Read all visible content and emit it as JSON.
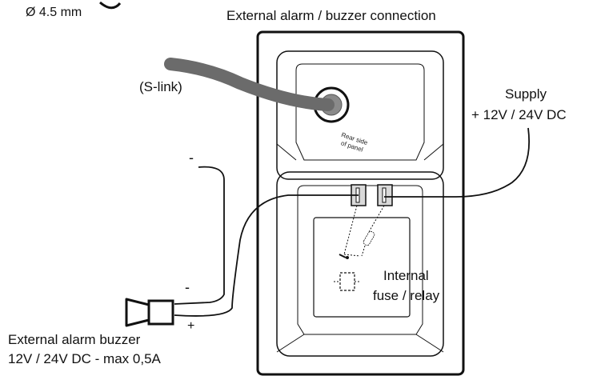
{
  "labels": {
    "diameter": "Ø 4.5 mm",
    "title": "External alarm / buzzer connection",
    "slink": "(S-link)",
    "supply_line1": "Supply",
    "supply_line2": "+ 12V / 24V DC",
    "rear_line1": "Rear side",
    "rear_line2": "of panel",
    "minus_top": "-",
    "minus_bottom": "-",
    "plus": "+",
    "internal_line1": "Internal",
    "internal_line2": "fuse / relay",
    "buzzer_line1": "External alarm buzzer",
    "buzzer_line2": "12V / 24V DC - max 0,5A"
  },
  "icons": {
    "buzzer": "horn-buzzer-icon",
    "fuse": "fuse-icon",
    "relay": "relay-switch-icon"
  },
  "colors": {
    "cable": "#6b6b6b",
    "panel_outline": "#111111",
    "terminal_fill": "#d9d9d9"
  }
}
